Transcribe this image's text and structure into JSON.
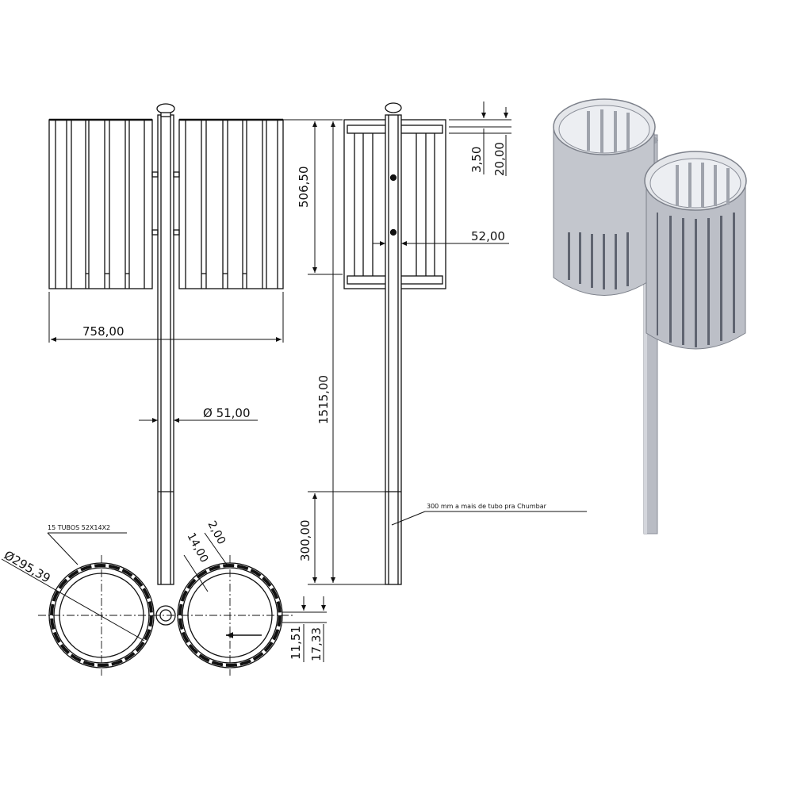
{
  "dimensions": {
    "overall_width": "758,00",
    "basket_height": "506,50",
    "pole_diameter": "Ø 51,00",
    "total_height": "1515,00",
    "embed_depth": "300,00",
    "top_offset_1": "3,50",
    "top_offset_2": "20,00",
    "bolt_spacing": "52,00",
    "basket_diameter": "Ø295,39",
    "slat_gap": "2,00",
    "slat_thickness": "14,00",
    "ring_offset_1": "11,51",
    "ring_offset_2": "17,33"
  },
  "notes": {
    "tube_spec": "15 TUBOS 52X14X2",
    "embed_note": "300 mm a mais de tubo pra Chumbar"
  },
  "colors": {
    "line": "#111111",
    "render_body": "#b9bcc4",
    "render_dark": "#5f6470",
    "render_light": "#dfe1e6"
  }
}
